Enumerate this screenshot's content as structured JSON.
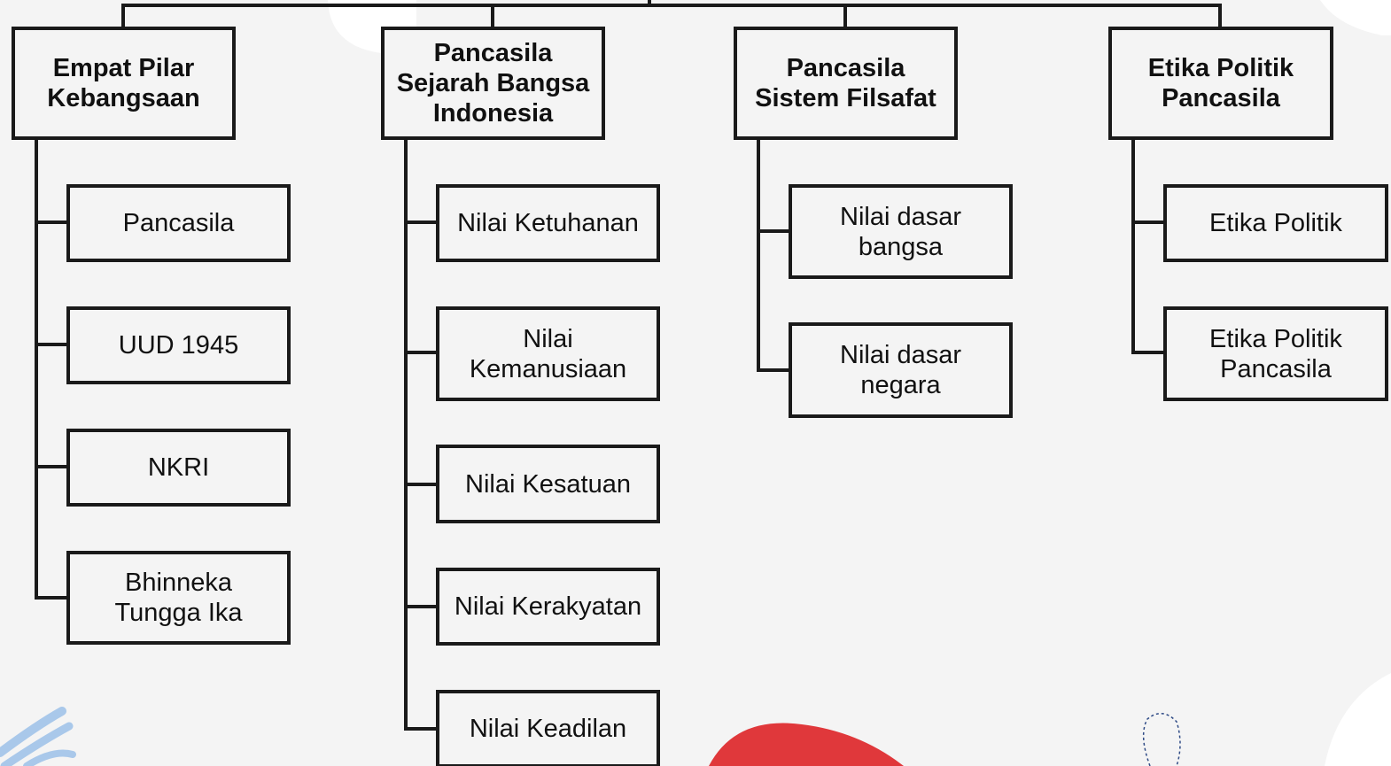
{
  "colors": {
    "line": "#1a1a1a",
    "background": "#f4f4f4",
    "blob_light": "#ffffff",
    "blob_red": "#e0383b",
    "brush_blue": "#a9c8ea",
    "dash_blue": "#2f4b86"
  },
  "diagram": {
    "columns": [
      {
        "title": "Empat Pilar\nKebangsaan",
        "items": [
          "Pancasila",
          "UUD 1945",
          "NKRI",
          "Bhinneka\nTungga Ika"
        ]
      },
      {
        "title": "Pancasila\nSejarah Bangsa\nIndonesia",
        "items": [
          "Nilai Ketuhanan",
          "Nilai\nKemanusiaan",
          "Nilai Kesatuan",
          "Nilai Kerakyatan",
          "Nilai Keadilan"
        ]
      },
      {
        "title": "Pancasila\nSistem Filsafat",
        "items": [
          "Nilai dasar\nbangsa",
          "Nilai dasar\nnegara"
        ]
      },
      {
        "title": "Etika Politik\nPancasila",
        "items": [
          "Etika Politik",
          "Etika Politik\nPancasila"
        ]
      }
    ]
  }
}
